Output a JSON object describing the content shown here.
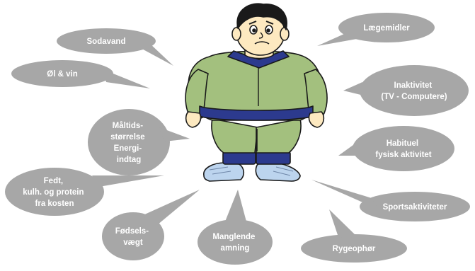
{
  "colors": {
    "bubble": "#a7a7a7",
    "bubble_text": "#ffffff",
    "suit": "#a3c07e",
    "suit_dark": "#7f9e5c",
    "cuff": "#2c3a8e",
    "skin": "#fde9c0",
    "hair": "#1a1a1a",
    "shoe": "#bcd4ee"
  },
  "figure": {
    "icon": "overweight-boy-figure"
  },
  "bubbles": {
    "sodavand": [
      "Sodavand"
    ],
    "ol_vin": [
      "Øl & vin"
    ],
    "maltids": [
      "Måltids-",
      "størrelse",
      "Energi-",
      "indtag"
    ],
    "fedt": [
      "Fedt,",
      "kulh. og protein",
      "fra kosten"
    ],
    "fodsels": [
      "Fødsels-",
      "vægt"
    ],
    "amning": [
      "Manglende",
      "amning"
    ],
    "rygeophor": [
      "Rygeophør"
    ],
    "sport": [
      "Sportsaktiviteter"
    ],
    "habituel": [
      "Habituel",
      "fysisk aktivitet"
    ],
    "inaktivitet": [
      "Inaktivitet",
      "(TV - Computere)"
    ],
    "laegemidler": [
      "Lægemidler"
    ]
  }
}
